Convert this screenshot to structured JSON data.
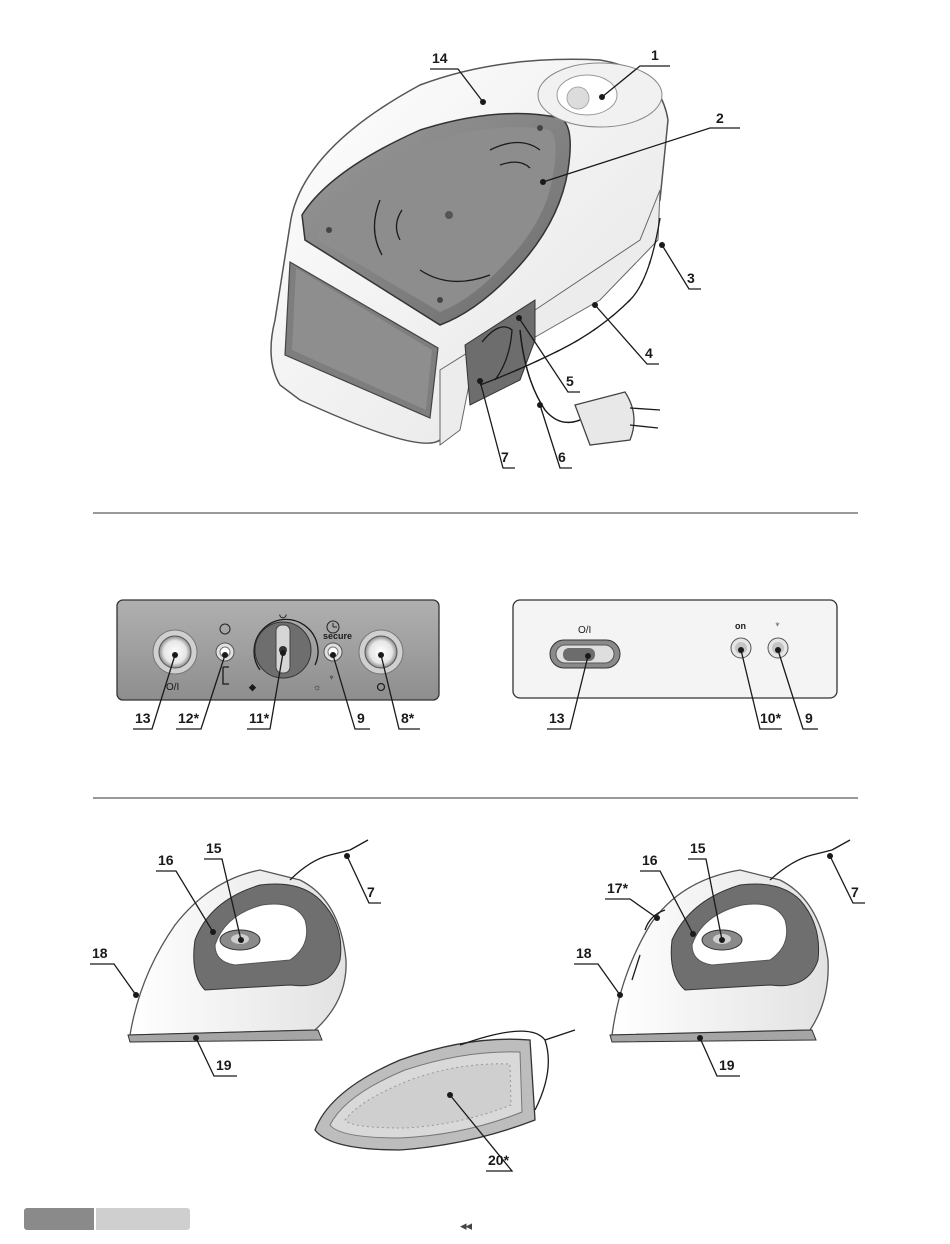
{
  "top_figure": {
    "callouts": {
      "c1": "1",
      "c2": "2",
      "c3": "3",
      "c4": "4",
      "c5": "5",
      "c6": "6",
      "c7": "7",
      "c14": "14"
    }
  },
  "panel_left": {
    "callouts": {
      "c13": "13",
      "c12": "12*",
      "c11": "11*",
      "c9": "9",
      "c8": "8*"
    },
    "labels": {
      "onoff": "O/I",
      "secure": "secure"
    }
  },
  "panel_right": {
    "callouts": {
      "c13": "13",
      "c10": "10*",
      "c9": "9"
    },
    "labels": {
      "onoff": "O/I",
      "on": "on"
    }
  },
  "irons": {
    "left": {
      "c15": "15",
      "c16": "16",
      "c7": "7",
      "c18": "18",
      "c19": "19"
    },
    "right": {
      "c15": "15",
      "c16": "16",
      "c17": "17*",
      "c7": "7",
      "c18": "18",
      "c19": "19"
    },
    "shoe": {
      "c20": "20*"
    }
  },
  "footer": {
    "nav": "◂◂"
  },
  "colors": {
    "ink": "#1a1a1a",
    "panel_grey": "#9c9c9c",
    "soleplate": "#7a7a7a",
    "body_white": "#f7f7f7"
  }
}
